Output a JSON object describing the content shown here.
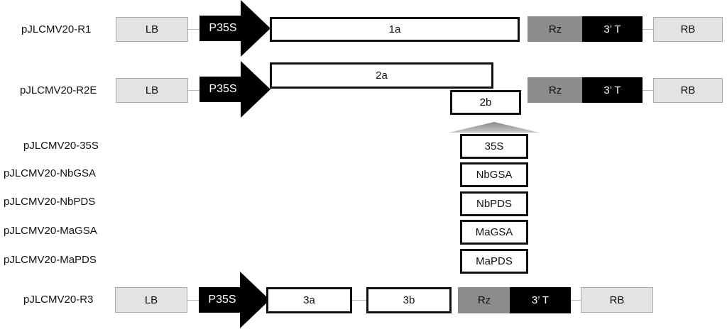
{
  "labels": {
    "r1": "pJLCMV20-R1",
    "r2e": "pJLCMV20-R2E",
    "s35": "pJLCMV20-35S",
    "nbgsa": "pJLCMV20-NbGSA",
    "nbpds": "pJLCMV20-NbPDS",
    "magsa": "pJLCMV20-MaGSA",
    "mapds": "pJLCMV20-MaPDS",
    "r3": "pJLCMV20-R3"
  },
  "elements": {
    "lb": "LB",
    "p35s": "P35S",
    "rz": "Rz",
    "term": "3’ T",
    "rb": "RB",
    "g1a": "1a",
    "g2a": "2a",
    "g2b": "2b",
    "g3a": "3a",
    "g3b": "3b"
  },
  "inserts": [
    "35S",
    "NbGSA",
    "NbPDS",
    "MaGSA",
    "MaPDS"
  ]
}
